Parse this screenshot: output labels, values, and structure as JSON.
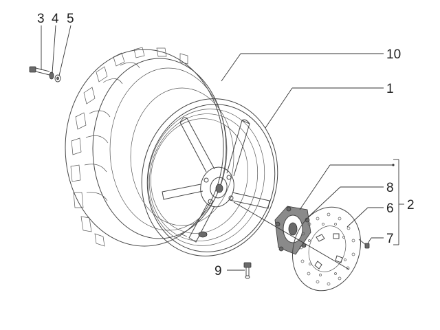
{
  "callouts": {
    "c1": "1",
    "c2": "2",
    "c3": "3",
    "c4": "4",
    "c5": "5",
    "c6": "6",
    "c7": "7",
    "c8": "8",
    "c9": "9",
    "c10": "10"
  },
  "colors": {
    "line": "#333333",
    "label": "#222222",
    "background": "#ffffff"
  }
}
